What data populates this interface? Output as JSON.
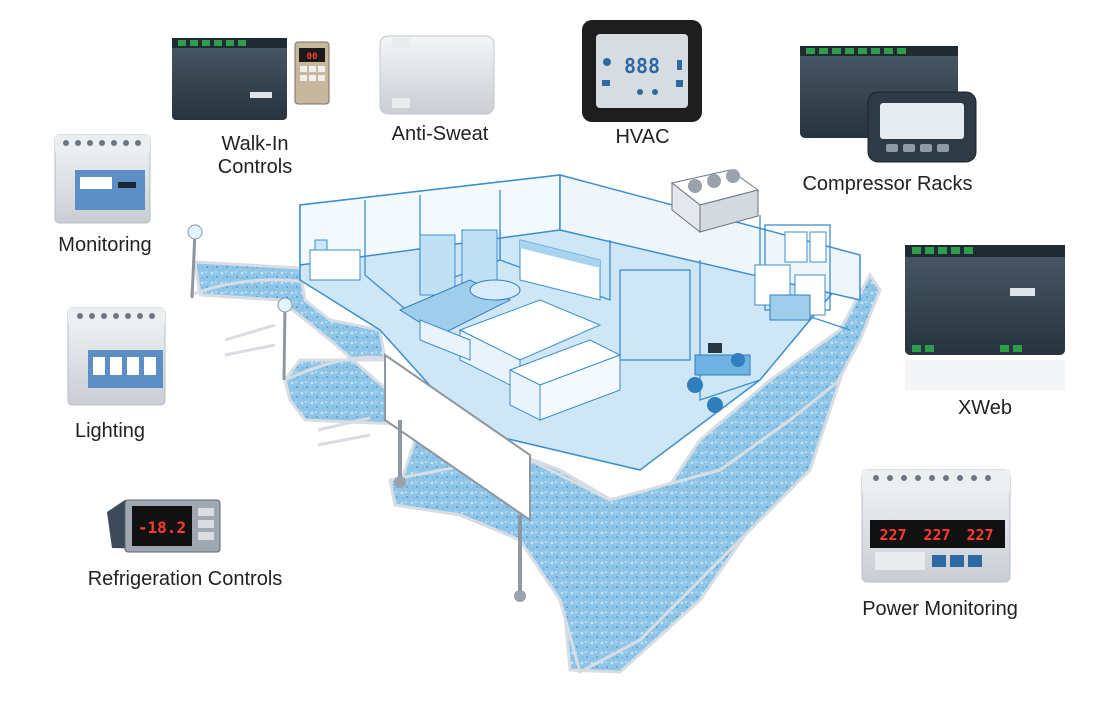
{
  "labels": {
    "walk_in_line1": "Walk-In",
    "walk_in_line2": "Controls",
    "anti_sweat": "Anti-Sweat",
    "hvac": "HVAC",
    "compressor_racks": "Compressor Racks",
    "monitoring": "Monitoring",
    "lighting": "Lighting",
    "xweb": "XWeb",
    "refrigeration_controls": "Refrigeration Controls",
    "power_monitoring": "Power Monitoring"
  },
  "displays": {
    "hvac_readout": "888",
    "refrigeration_readout": "-18.2",
    "power_readout_1": "227",
    "power_readout_2": "227",
    "power_readout_3": "227"
  },
  "colors": {
    "ground_blue": "#9fd2ee",
    "outline_blue": "#3b8fcf",
    "device_gray": "#d9dde2",
    "device_dark": "#2d3b48",
    "terminal_green": "#2f9e4a"
  },
  "icons": {
    "walk_in": "walk-in-controller-icon",
    "anti_sweat": "anti-sweat-box-icon",
    "hvac": "hvac-touch-panel-icon",
    "compressor": "compressor-rack-controller-icon",
    "monitoring": "monitoring-module-icon",
    "lighting": "lighting-module-icon",
    "xweb": "xweb-server-icon",
    "refrigeration": "refrigeration-controller-icon",
    "power": "power-meter-icon",
    "store": "supermarket-cutaway-illustration"
  }
}
